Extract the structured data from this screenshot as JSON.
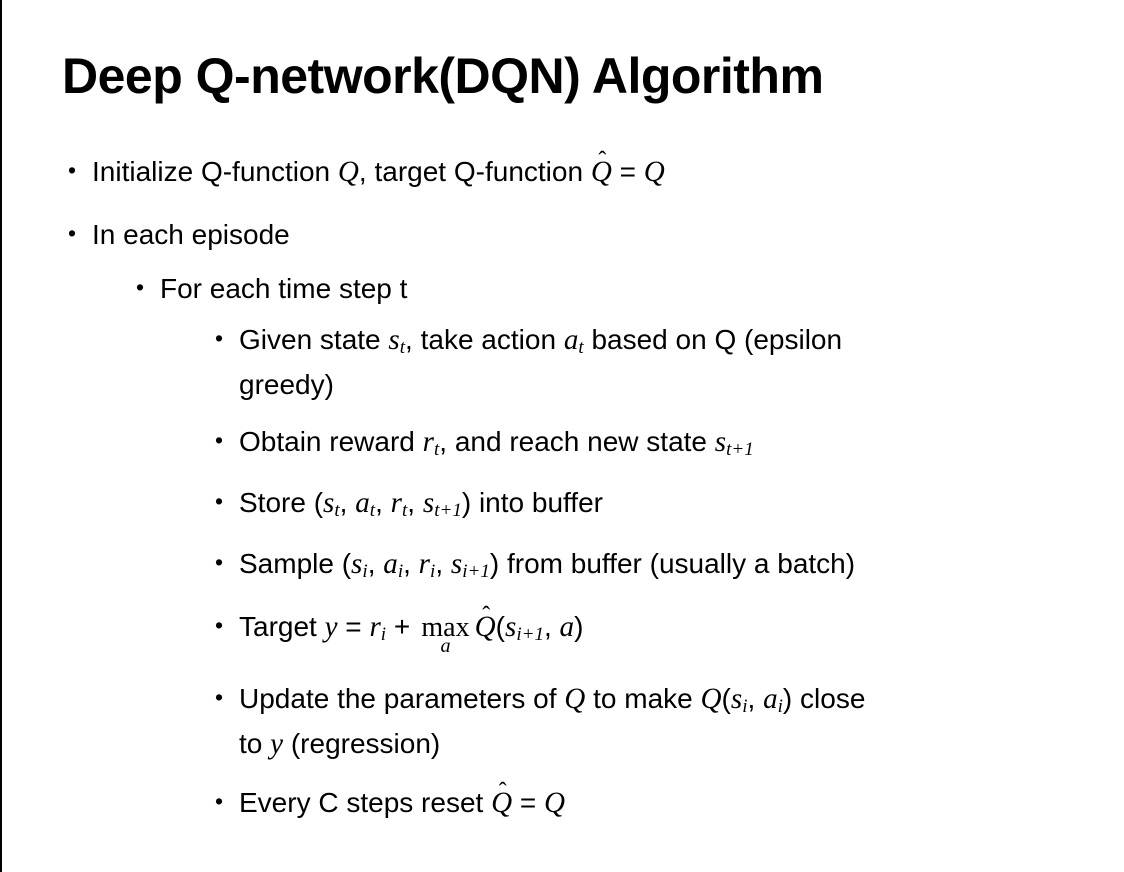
{
  "slide": {
    "title": "Deep Q-network(DQN) Algorithm",
    "bullet_glyph": "•",
    "hat_glyph": "ˆ",
    "colors": {
      "background": "#ffffff",
      "text": "#000000",
      "edge_line": "#000000"
    },
    "bullets": [
      {
        "level": 1,
        "segments": [
          {
            "text": "Initialize Q-function "
          },
          {
            "math": "Q"
          },
          {
            "text": ", target Q-function "
          },
          {
            "math": "Q",
            "hat": true
          },
          {
            "text": " = "
          },
          {
            "math": "Q"
          }
        ]
      },
      {
        "level": 1,
        "segments": [
          {
            "text": "In each episode"
          }
        ]
      },
      {
        "level": 2,
        "segments": [
          {
            "text": "For each time step t"
          }
        ]
      },
      {
        "level": 3,
        "segments": [
          {
            "text": "Given state "
          },
          {
            "math": "s",
            "sub": "t"
          },
          {
            "text": ", take action "
          },
          {
            "math": "a",
            "sub": "t"
          },
          {
            "text": " based on Q (epsilon"
          },
          {
            "br": true
          },
          {
            "text": "greedy)"
          }
        ]
      },
      {
        "level": 3,
        "segments": [
          {
            "text": "Obtain reward "
          },
          {
            "math": "r",
            "sub": "t"
          },
          {
            "text": ", and reach new state "
          },
          {
            "math": "s",
            "sub": "t+1"
          }
        ]
      },
      {
        "level": 3,
        "segments": [
          {
            "text": "Store ("
          },
          {
            "math": "s",
            "sub": "t"
          },
          {
            "text": ", "
          },
          {
            "math": "a",
            "sub": "t"
          },
          {
            "text": ", "
          },
          {
            "math": "r",
            "sub": "t"
          },
          {
            "text": ", "
          },
          {
            "math": "s",
            "sub": "t+1"
          },
          {
            "text": ") into buffer"
          }
        ]
      },
      {
        "level": 3,
        "segments": [
          {
            "text": "Sample ("
          },
          {
            "math": "s",
            "sub": "i"
          },
          {
            "text": ", "
          },
          {
            "math": "a",
            "sub": "i"
          },
          {
            "text": ", "
          },
          {
            "math": "r",
            "sub": "i"
          },
          {
            "text": ", "
          },
          {
            "math": "s",
            "sub": "i+1"
          },
          {
            "text": ") from buffer (usually a batch)"
          }
        ]
      },
      {
        "level": 3,
        "segments": [
          {
            "text": "Target "
          },
          {
            "math": "y"
          },
          {
            "text": " = "
          },
          {
            "math": "r",
            "sub": "i"
          },
          {
            "text": " + "
          },
          {
            "limop": "max",
            "under": "a"
          },
          {
            "math": "Q",
            "hat": true
          },
          {
            "text": "("
          },
          {
            "math": "s",
            "sub": "i+1"
          },
          {
            "text": ", "
          },
          {
            "math": "a"
          },
          {
            "text": ")"
          }
        ]
      },
      {
        "level": 3,
        "segments": [
          {
            "text": "Update the parameters of "
          },
          {
            "math": "Q"
          },
          {
            "text": " to make "
          },
          {
            "math": "Q"
          },
          {
            "text": "("
          },
          {
            "math": "s",
            "sub": "i"
          },
          {
            "text": ", "
          },
          {
            "math": "a",
            "sub": "i"
          },
          {
            "text": ") close"
          },
          {
            "br": true
          },
          {
            "text": "to "
          },
          {
            "math": "y"
          },
          {
            "text": " (regression)"
          }
        ]
      },
      {
        "level": 3,
        "segments": [
          {
            "text": "Every C steps reset "
          },
          {
            "math": "Q",
            "hat": true
          },
          {
            "text": " = "
          },
          {
            "math": "Q"
          }
        ]
      }
    ]
  }
}
